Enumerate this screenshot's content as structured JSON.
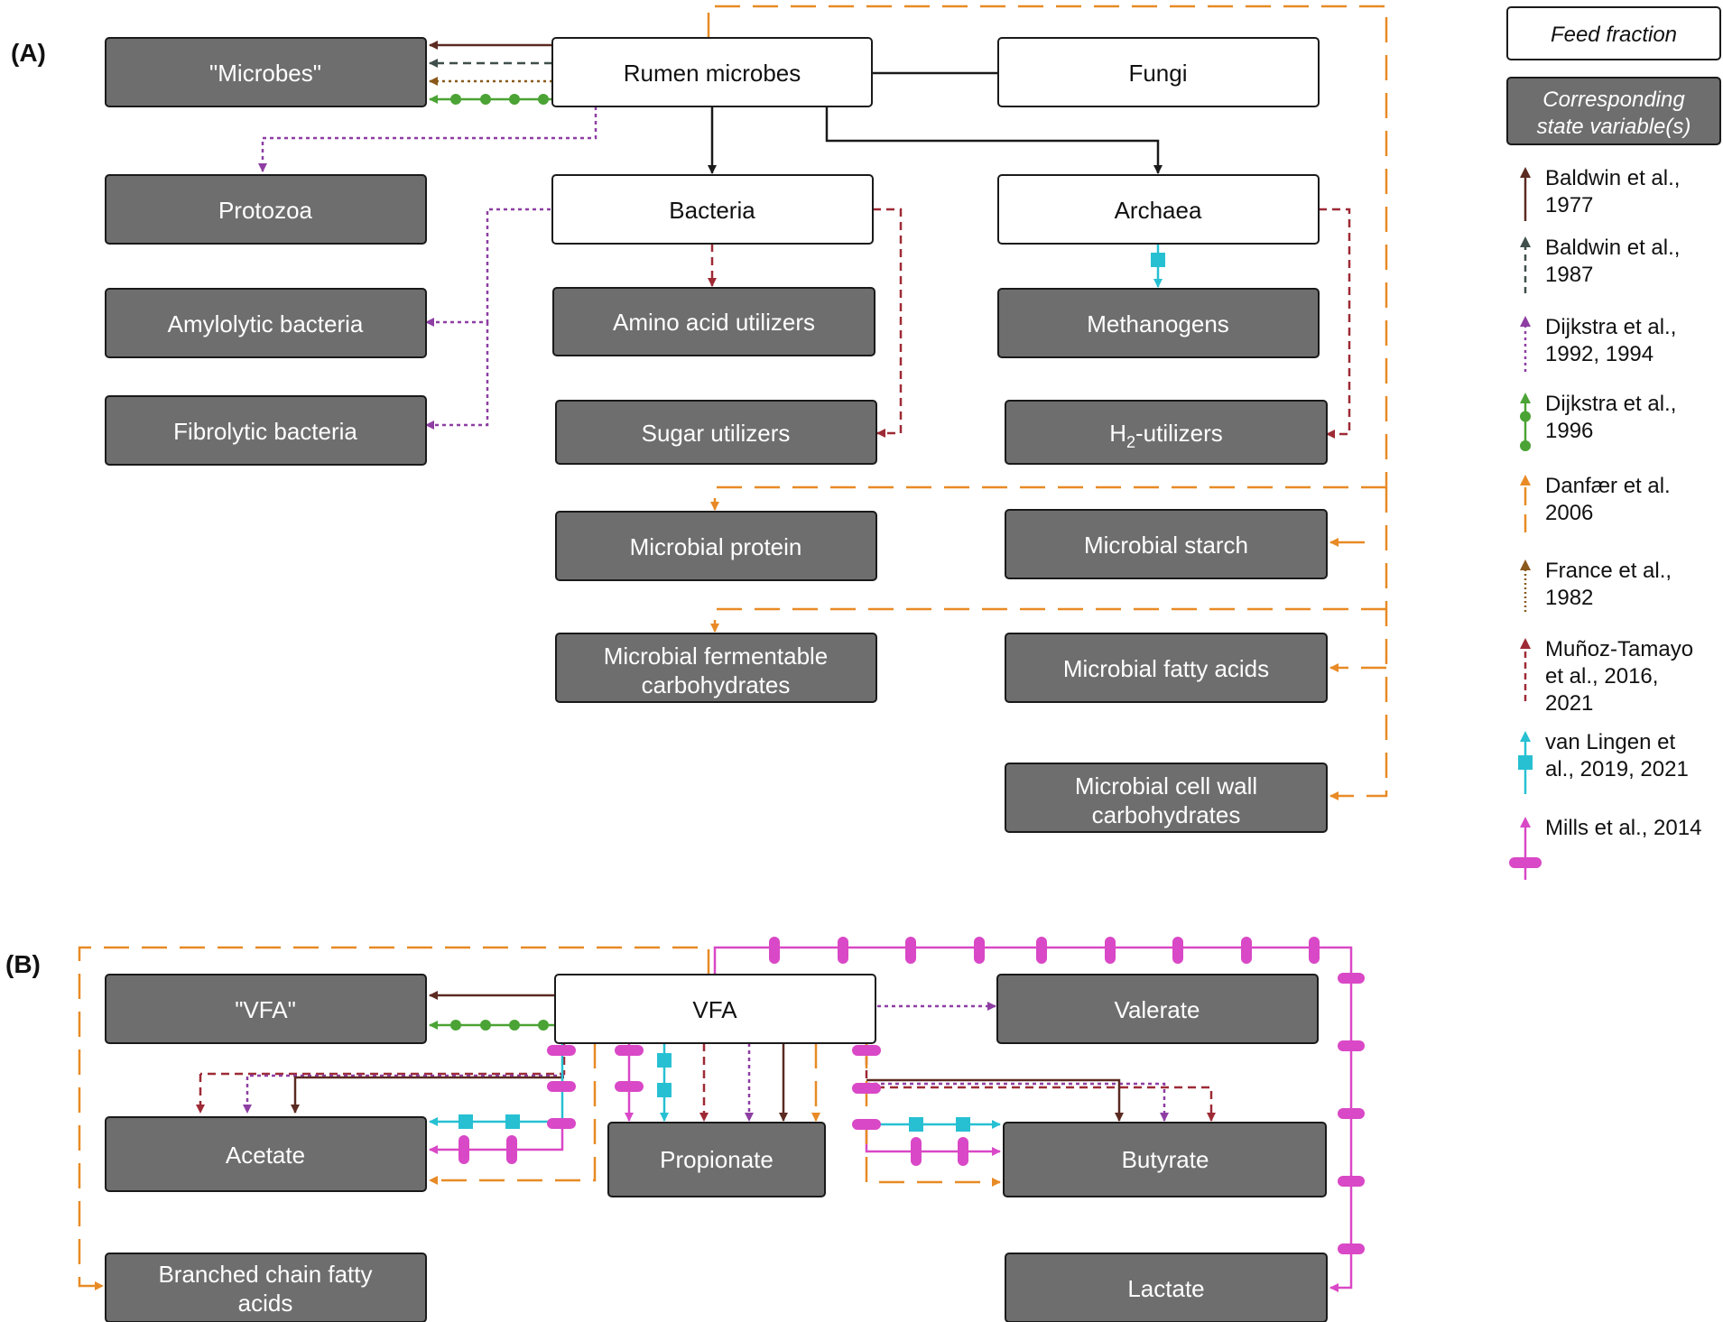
{
  "panels": {
    "a": "(A)",
    "b": "(B)"
  },
  "nodes": {
    "microbes_var": "\"Microbes\"",
    "rumen_microbes": "Rumen microbes",
    "fungi": "Fungi",
    "protozoa": "Protozoa",
    "bacteria": "Bacteria",
    "archaea": "Archaea",
    "amylolytic": "Amylolytic bacteria",
    "amino_acid": "Amino acid utilizers",
    "methanogens": "Methanogens",
    "fibrolytic": "Fibrolytic bacteria",
    "sugar": "Sugar utilizers",
    "h2_main": "H",
    "h2_sub": "2",
    "h2_rest": "-utilizers",
    "mic_protein": "Microbial protein",
    "mic_starch": "Microbial starch",
    "mic_ferm_1": "Microbial fermentable",
    "mic_ferm_2": "carbohydrates",
    "mic_fatty": "Microbial fatty acids",
    "mic_cell_1": "Microbial cell wall",
    "mic_cell_2": "carbohydrates",
    "vfa_var": "\"VFA\"",
    "vfa": "VFA",
    "valerate": "Valerate",
    "acetate": "Acetate",
    "propionate": "Propionate",
    "butyrate": "Butyrate",
    "bcfa_1": "Branched chain fatty",
    "bcfa_2": "acids",
    "lactate": "Lactate"
  },
  "key": {
    "feed_fraction": "Feed fraction",
    "state_var_1": "Corresponding",
    "state_var_2": "state variable(s)"
  },
  "legend": [
    {
      "lines": [
        "Baldwin et al.,",
        "1977"
      ],
      "color": "#5b2a21",
      "style": "solid",
      "marker": "none"
    },
    {
      "lines": [
        "Baldwin et al.,",
        "1987"
      ],
      "color": "#3f4f4c",
      "style": "dashed",
      "marker": "none"
    },
    {
      "lines": [
        "Dijkstra et al.,",
        "1992, 1994"
      ],
      "color": "#8e3ea3",
      "style": "dotted",
      "marker": "none"
    },
    {
      "lines": [
        "Dijkstra et al.,",
        "1996"
      ],
      "color": "#4aa334",
      "style": "solid",
      "marker": "dots"
    },
    {
      "lines": [
        "Danfær et al.",
        "2006"
      ],
      "color": "#e88a25",
      "style": "longdash",
      "marker": "none"
    },
    {
      "lines": [
        "France et al.,",
        "1982"
      ],
      "color": "#8a5a1c",
      "style": "finedot",
      "marker": "none"
    },
    {
      "lines": [
        "Muñoz-Tamayo",
        "et al., 2016,",
        "2021"
      ],
      "color": "#9e2a35",
      "style": "dashed",
      "marker": "none"
    },
    {
      "lines": [
        "van Lingen et",
        "al., 2019, 2021"
      ],
      "color": "#27c0d2",
      "style": "solid",
      "marker": "squares"
    },
    {
      "lines": [
        "Mills et al., 2014"
      ],
      "color": "#d948c6",
      "style": "solid",
      "marker": "pills"
    }
  ],
  "colors": {
    "baldwin_1977": "#5b2a21",
    "baldwin_1987": "#3f4f4c",
    "dijkstra_1992": "#8e3ea3",
    "dijkstra_1996": "#4aa334",
    "danfaer_2006": "#e88a25",
    "france_1982": "#8a5a1c",
    "munoz_tamayo": "#9e2a35",
    "van_lingen": "#27c0d2",
    "mills_2014": "#d948c6",
    "box_gray": "#6e6e6e"
  }
}
